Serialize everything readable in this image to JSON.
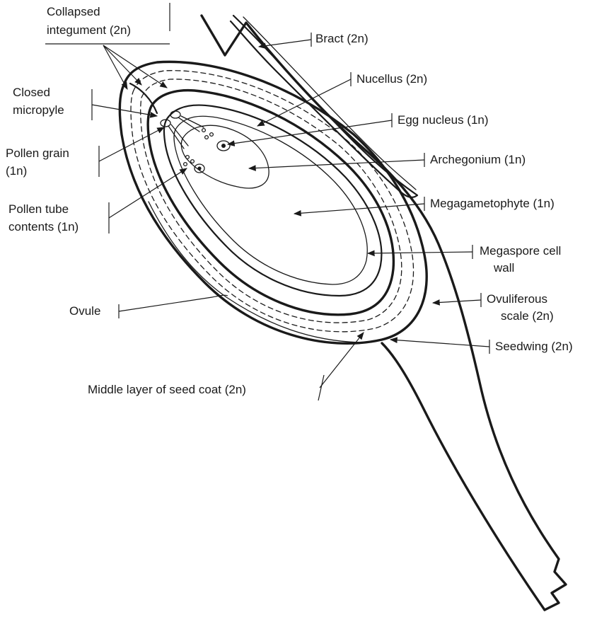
{
  "labels": {
    "collapsed_integument_line1": "Collapsed",
    "collapsed_integument_line2": "integument (2n)",
    "bract": "Bract (2n)",
    "nucellus": "Nucellus (2n)",
    "closed_micropyle_line1": "Closed",
    "closed_micropyle_line2": "micropyle",
    "egg_nucleus": "Egg nucleus (1n)",
    "pollen_grain_line1": "Pollen grain",
    "pollen_grain_line2": "(1n)",
    "archegonium": "Archegonium (1n)",
    "pollen_tube_line1": "Pollen tube",
    "pollen_tube_line2": "contents (1n)",
    "megagametophyte": "Megagametophyte (1n)",
    "megaspore_line1": "Megaspore cell",
    "megaspore_line2": "wall",
    "ovule": "Ovule",
    "ovuliferous_line1": "Ovuliferous",
    "ovuliferous_line2": "scale (2n)",
    "seedwing": "Seedwing (2n)",
    "middle_layer": "Middle layer of seed coat (2n)"
  },
  "colors": {
    "ink": "#1a1a1a",
    "background": "#ffffff"
  }
}
